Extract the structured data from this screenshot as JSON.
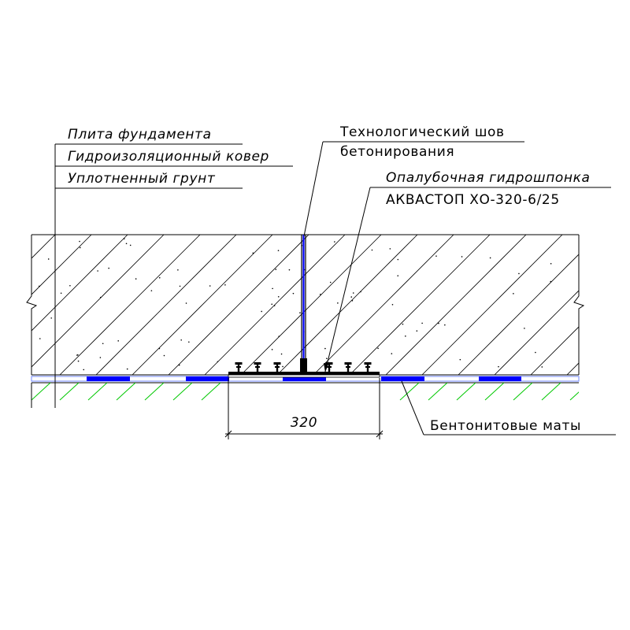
{
  "labels": {
    "slab": "Плита фундамента",
    "membrane": "Гидроизоляционный ковер",
    "soil": "Уплотненный грунт",
    "joint_line1": "Технологический шов",
    "joint_line2": "бетонирования",
    "waterstop_line1": "Опалубочная гидрошпонка",
    "waterstop_line2": "АКВАСТОП ХО-320-6/25",
    "bentonite": "Бентонитовые маты"
  },
  "dimension": {
    "width_label": "320"
  },
  "colors": {
    "line": "#000000",
    "bentonite_mat": "#0000ff",
    "waterproofing_layer": "#6f86ff",
    "soil_hatch": "#00c800",
    "concrete_hatch": "#000000",
    "joint_blue": "#0000ff"
  }
}
